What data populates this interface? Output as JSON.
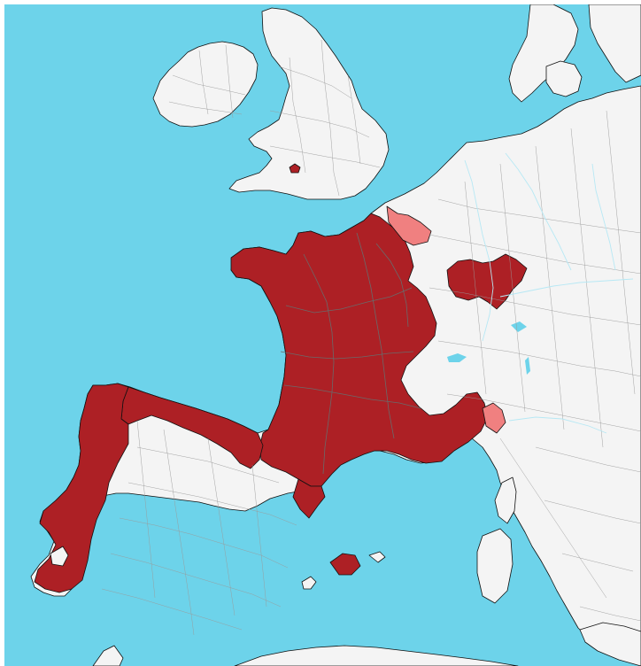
{
  "map": {
    "colors": {
      "sea": "#6dd3ea",
      "land": "#f4f4f4",
      "highlight": "#ad2025",
      "secondary": "#f08080",
      "border": "#111111",
      "subborder": "#9a9a9a",
      "river": "#b7e8f4"
    },
    "features": [
      {
        "name": "france",
        "category": "highlight"
      },
      {
        "name": "portugal-west-iberia",
        "category": "highlight"
      },
      {
        "name": "north-spain-coast",
        "category": "highlight"
      },
      {
        "name": "catalonia",
        "category": "highlight"
      },
      {
        "name": "balearic-islands",
        "category": "highlight"
      },
      {
        "name": "germany-enclave",
        "category": "highlight"
      },
      {
        "name": "wales-spot",
        "category": "highlight"
      },
      {
        "name": "belgium-border",
        "category": "secondary"
      },
      {
        "name": "alpine-border",
        "category": "secondary"
      }
    ]
  }
}
